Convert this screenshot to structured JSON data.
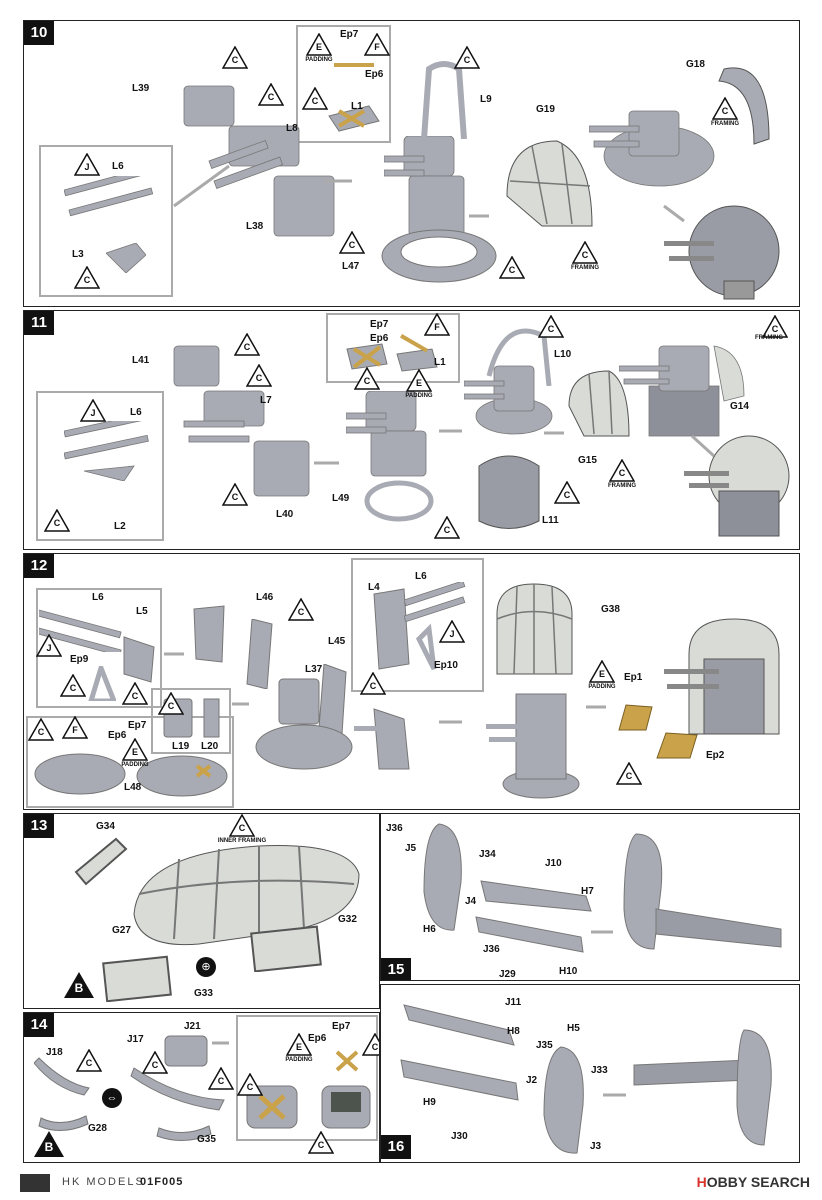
{
  "steps": {
    "s10": "10",
    "s11": "11",
    "s12": "12",
    "s13": "13",
    "s14": "14",
    "s15": "15",
    "s16": "16"
  },
  "callouts": {
    "c": "C",
    "e": "E",
    "f": "F",
    "j": "J",
    "b": "B",
    "padding": "PADDING",
    "framing": "FRAMING",
    "inner_framing": "INNER FRAMING"
  },
  "step10": {
    "L39": "L39",
    "L8": "L8",
    "L38": "L38",
    "L6": "L6",
    "L3": "L3",
    "Ep7": "Ep7",
    "Ep6": "Ep6",
    "L1": "L1",
    "L9": "L9",
    "L47": "L47",
    "G19": "G19",
    "G18": "G18"
  },
  "step11": {
    "L41": "L41",
    "L7": "L7",
    "L40": "L40",
    "L6": "L6",
    "L2": "L2",
    "Ep7": "Ep7",
    "Ep6": "Ep6",
    "L1": "L1",
    "L10": "L10",
    "L49": "L49",
    "L11": "L11",
    "G15": "G15",
    "G14": "G14"
  },
  "step12": {
    "L6a": "L6",
    "L5": "L5",
    "Ep9": "Ep9",
    "L46": "L46",
    "L37": "L37",
    "L45": "L45",
    "L4": "L4",
    "L6b": "L6",
    "Ep10": "Ep10",
    "G38": "G38",
    "Ep1": "Ep1",
    "Ep2": "Ep2",
    "Ep7": "Ep7",
    "Ep6": "Ep6",
    "L19": "L19",
    "L20": "L20",
    "L48": "L48"
  },
  "step13": {
    "G34": "G34",
    "G27": "G27",
    "G32": "G32",
    "G33": "G33"
  },
  "step14": {
    "J18": "J18",
    "J17": "J17",
    "J21": "J21",
    "G28": "G28",
    "G35": "G35",
    "Ep7": "Ep7",
    "Ep6": "Ep6"
  },
  "step15": {
    "J36a": "J36",
    "J5": "J5",
    "J34": "J34",
    "J10": "J10",
    "H7": "H7",
    "J4": "J4",
    "H6": "H6",
    "J36b": "J36",
    "J29": "J29",
    "H10": "H10"
  },
  "step16": {
    "J11": "J11",
    "H8": "H8",
    "H5": "H5",
    "J35": "J35",
    "J2": "J2",
    "J33": "J33",
    "H9": "H9",
    "J30": "J30",
    "J3": "J3"
  },
  "footer": {
    "brand": "HK MODELS",
    "code": "01F005",
    "watermark_a": "H",
    "watermark_b": "OBBY SEARCH"
  },
  "colors": {
    "part_gray": "#a9abb4",
    "part_dark": "#8d9099",
    "clear": "#d9dbd6",
    "gold": "#c9a24a",
    "inset": "#aaaaaa"
  }
}
